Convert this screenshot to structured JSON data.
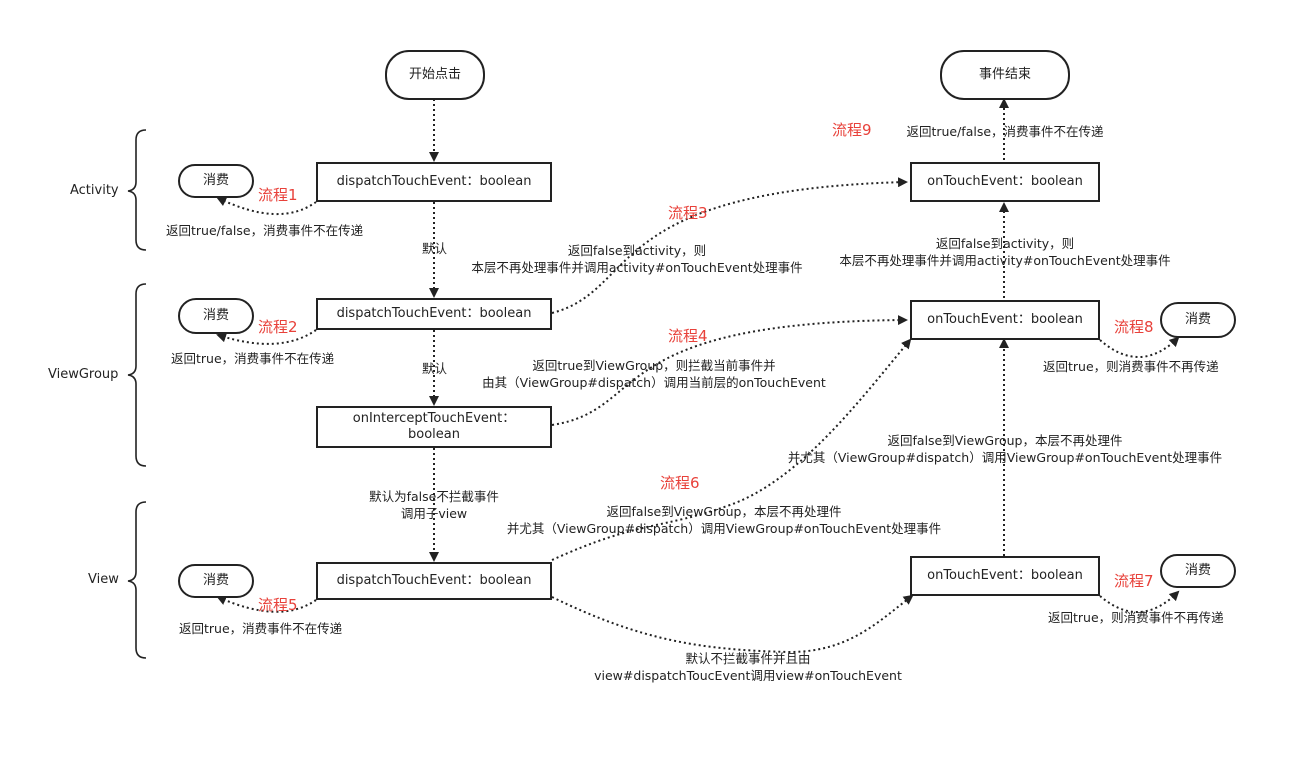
{
  "layers": {
    "activity": "Activity",
    "viewgroup": "ViewGroup",
    "view": "View"
  },
  "nodes": {
    "start": "开始点击",
    "end": "事件结束",
    "act_dispatch": "dispatchTouchEvent：boolean",
    "act_ontouch": "onTouchEvent：boolean",
    "vg_dispatch": "dispatchTouchEvent：boolean",
    "vg_intercept_1": "onInterceptTouchEvent：",
    "vg_intercept_2": "boolean",
    "vg_ontouch": "onTouchEvent：boolean",
    "view_dispatch": "dispatchTouchEvent：boolean",
    "view_ontouch": "onTouchEvent：boolean",
    "consume_1": "消费",
    "consume_2": "消费",
    "consume_5": "消费",
    "consume_7": "消费",
    "consume_8": "消费"
  },
  "flows": {
    "f1": "流程1",
    "f2": "流程2",
    "f3": "流程3",
    "f4": "流程4",
    "f5": "流程5",
    "f6": "流程6",
    "f7": "流程7",
    "f8": "流程8",
    "f9": "流程9"
  },
  "labels": {
    "consume1": "返回true/false，消费事件不在传递",
    "consume2": "返回true，消费事件不在传递",
    "consume5": "返回true，消费事件不在传递",
    "consume7": "返回true，则消费事件不再传递",
    "consume8": "返回true，则消费事件不再传递",
    "default1": "默认",
    "default2": "默认",
    "intercept_default_1": "默认为false不拦截事件",
    "intercept_default_2": "调用子view",
    "f3_line1": "返回false到activity，则",
    "f3_line2": "本层不再处理事件并调用activity#onTouchEvent处理事件",
    "f4_line1": "返回true到ViewGroup，则拦截当前事件并",
    "f4_line2": "由其（ViewGroup#dispatch）调用当前层的onTouchEvent",
    "f6_line1": "返回false到ViewGroup，本层不再处理件",
    "f6_line2": "并尤其（ViewGroup#dispatch）调用ViewGroup#onTouchEvent处理事件",
    "right_act_line1": "返回false到activity，则",
    "right_act_line2": "本层不再处理事件并调用activity#onTouchEvent处理事件",
    "right_vg_line1": "返回false到ViewGroup，本层不再处理件",
    "right_vg_line2": "并尤其（ViewGroup#dispatch）调用ViewGroup#onTouchEvent处理事件",
    "end_label": "返回true/false，消费事件不在传递",
    "view_default_line1": "默认不拦截事件并且由",
    "view_default_line2": "view#dispatchToucEvent调用view#onTouchEvent"
  },
  "colors": {
    "stroke": "#222222",
    "flow_label": "#e8413a",
    "background": "#ffffff"
  }
}
